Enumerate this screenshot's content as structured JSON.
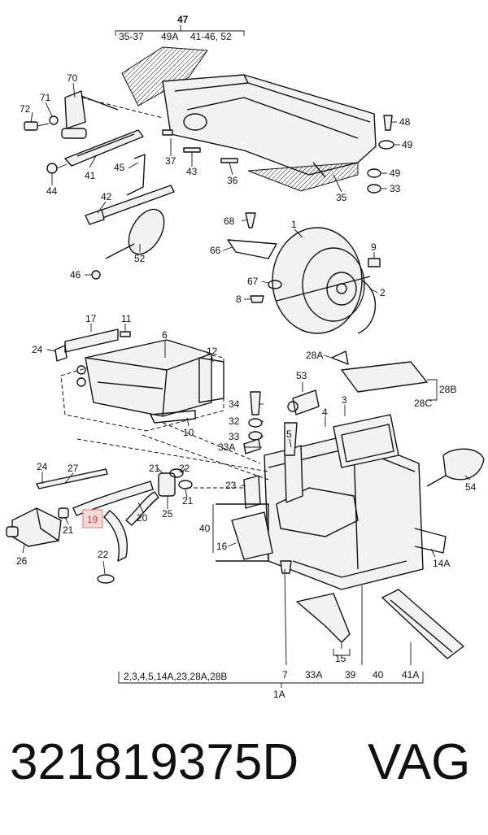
{
  "diagram": {
    "top_group": {
      "label": "47",
      "sub_labels": [
        "35-37",
        "49A",
        "41-46, 52"
      ]
    },
    "bottom_group": {
      "label": "1A",
      "sub_labels": [
        "2,3,4,5,14A,23,28A,28B",
        "7",
        "33A",
        "39",
        "40",
        "41A"
      ]
    },
    "callouts": [
      {
        "id": "c70",
        "text": "70"
      },
      {
        "id": "c71",
        "text": "71"
      },
      {
        "id": "c72",
        "text": "72"
      },
      {
        "id": "c41",
        "text": "41"
      },
      {
        "id": "c44",
        "text": "44"
      },
      {
        "id": "c45",
        "text": "45"
      },
      {
        "id": "c37",
        "text": "37"
      },
      {
        "id": "c43",
        "text": "43"
      },
      {
        "id": "c36",
        "text": "36"
      },
      {
        "id": "c35",
        "text": "35"
      },
      {
        "id": "c48",
        "text": "48"
      },
      {
        "id": "c49a",
        "text": "49"
      },
      {
        "id": "c49b",
        "text": "49"
      },
      {
        "id": "c33a",
        "text": "33"
      },
      {
        "id": "c42",
        "text": "42"
      },
      {
        "id": "c52",
        "text": "52"
      },
      {
        "id": "c46",
        "text": "46"
      },
      {
        "id": "c68",
        "text": "68"
      },
      {
        "id": "c1",
        "text": "1"
      },
      {
        "id": "c66",
        "text": "66"
      },
      {
        "id": "c9",
        "text": "9"
      },
      {
        "id": "c67",
        "text": "67"
      },
      {
        "id": "c2",
        "text": "2"
      },
      {
        "id": "c8",
        "text": "8"
      },
      {
        "id": "c17",
        "text": "17"
      },
      {
        "id": "c11",
        "text": "11"
      },
      {
        "id": "c6",
        "text": "6"
      },
      {
        "id": "c24",
        "text": "24"
      },
      {
        "id": "c12",
        "text": "12"
      },
      {
        "id": "c10",
        "text": "10"
      },
      {
        "id": "c28a",
        "text": "28A"
      },
      {
        "id": "c53",
        "text": "53"
      },
      {
        "id": "c28b",
        "text": "28B"
      },
      {
        "id": "c28c",
        "text": "28C"
      },
      {
        "id": "c34",
        "text": "34"
      },
      {
        "id": "c3",
        "text": "3"
      },
      {
        "id": "c32",
        "text": "32"
      },
      {
        "id": "c4",
        "text": "4"
      },
      {
        "id": "c33b",
        "text": "33"
      },
      {
        "id": "c33a2",
        "text": "33A"
      },
      {
        "id": "c5",
        "text": "5"
      },
      {
        "id": "c24b",
        "text": "24"
      },
      {
        "id": "c27",
        "text": "27"
      },
      {
        "id": "c21a",
        "text": "21"
      },
      {
        "id": "c22a",
        "text": "22"
      },
      {
        "id": "c21b",
        "text": "21"
      },
      {
        "id": "c20",
        "text": "20"
      },
      {
        "id": "c25",
        "text": "25"
      },
      {
        "id": "c21c",
        "text": "21"
      },
      {
        "id": "c23",
        "text": "23"
      },
      {
        "id": "c54",
        "text": "54"
      },
      {
        "id": "c26",
        "text": "26"
      },
      {
        "id": "c22b",
        "text": "22"
      },
      {
        "id": "c40",
        "text": "40"
      },
      {
        "id": "c16",
        "text": "16"
      },
      {
        "id": "c14a",
        "text": "14A"
      },
      {
        "id": "c15",
        "text": "15"
      }
    ],
    "highlighted_callout": {
      "text": "19",
      "color": "#cc3b3b"
    }
  },
  "footer": {
    "part_number": "321819375D",
    "brand": "VAG"
  }
}
